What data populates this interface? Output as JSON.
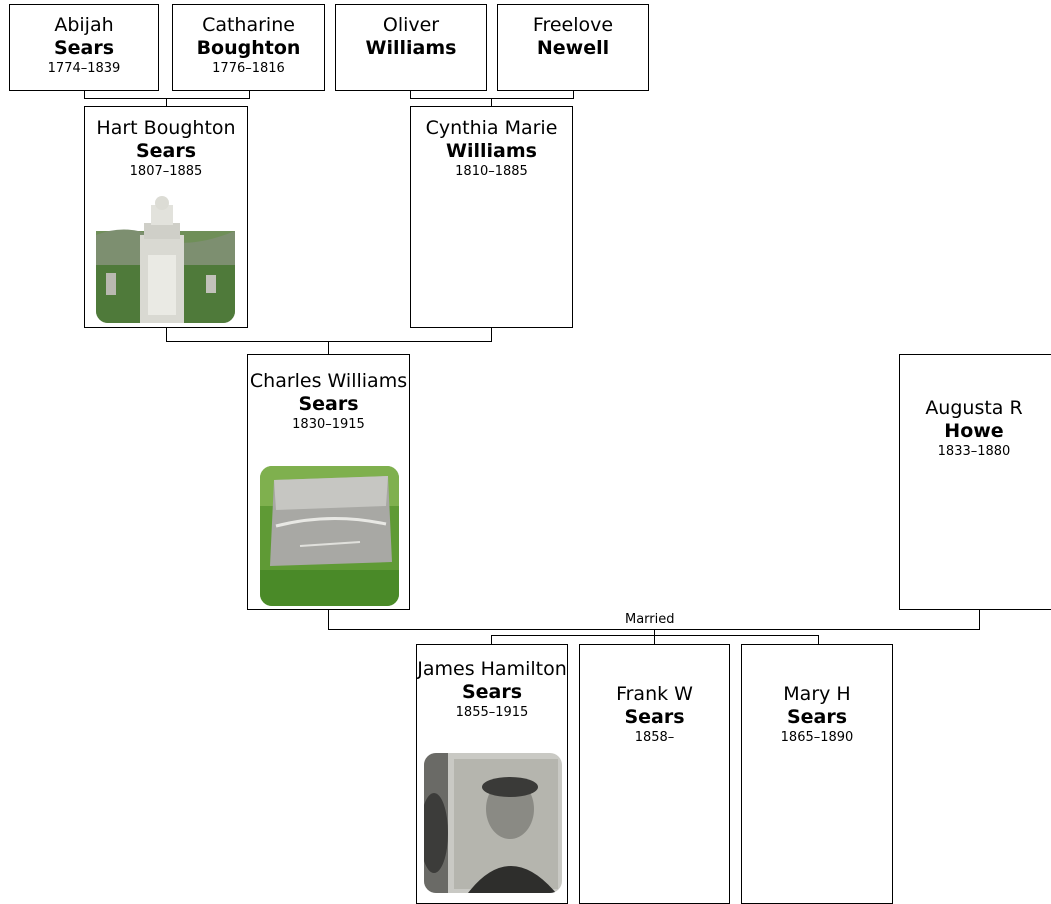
{
  "people": {
    "abijah": {
      "given": "Abijah",
      "surname": "Sears",
      "dates": "1774–1839"
    },
    "catharine": {
      "given": "Catharine",
      "surname": "Boughton",
      "dates": "1776–1816"
    },
    "oliver": {
      "given": "Oliver",
      "surname": "Williams",
      "dates": ""
    },
    "freelove": {
      "given": "Freelove",
      "surname": "Newell",
      "dates": ""
    },
    "hart": {
      "given": "Hart Boughton",
      "surname": "Sears",
      "dates": "1807–1885"
    },
    "cynthia": {
      "given": "Cynthia Marie",
      "surname": "Williams",
      "dates": "1810–1885"
    },
    "charles": {
      "given": "Charles Williams",
      "surname": "Sears",
      "dates": "1830–1915"
    },
    "augusta": {
      "given": "Augusta R",
      "surname": "Howe",
      "dates": "1833–1880"
    },
    "james": {
      "given": "James Hamilton",
      "surname": "Sears",
      "dates": "1855–1915"
    },
    "frank": {
      "given": "Frank W",
      "surname": "Sears",
      "dates": "1858–"
    },
    "mary": {
      "given": "Mary H",
      "surname": "Sears",
      "dates": "1865–1890"
    }
  },
  "relationship_label": "Married"
}
